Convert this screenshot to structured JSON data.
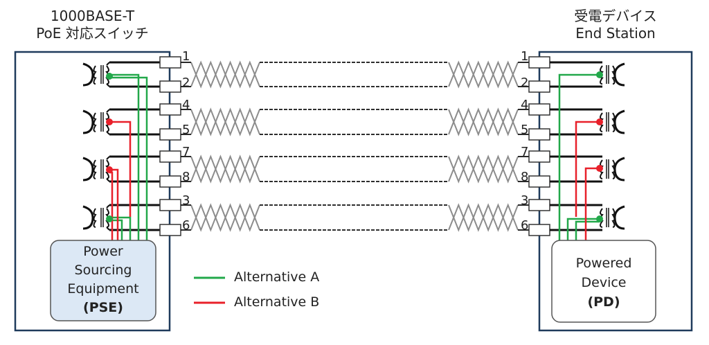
{
  "left_title": [
    "1000BASE-T",
    "PoE 対応スイッチ"
  ],
  "right_title": [
    "受電デバイス",
    "End Station"
  ],
  "pse": {
    "lines": [
      "Power",
      "Sourcing",
      "Equipment"
    ],
    "abbr": "(PSE)"
  },
  "pd": {
    "lines": [
      "Powered",
      "Device"
    ],
    "abbr": "(PD)"
  },
  "pairs": [
    {
      "top_pin": "1",
      "bottom_pin": "2"
    },
    {
      "top_pin": "4",
      "bottom_pin": "5"
    },
    {
      "top_pin": "7",
      "bottom_pin": "8"
    },
    {
      "top_pin": "3",
      "bottom_pin": "6"
    }
  ],
  "legend": [
    {
      "label": "Alternative A",
      "color": "#22a84a"
    },
    {
      "label": "Alternative B",
      "color": "#e8202a"
    }
  ],
  "colors": {
    "box_border": "#1f3b5c",
    "pse_fill": "#dce8f5",
    "wire": "#111111",
    "cable": "#8c8c8c"
  }
}
